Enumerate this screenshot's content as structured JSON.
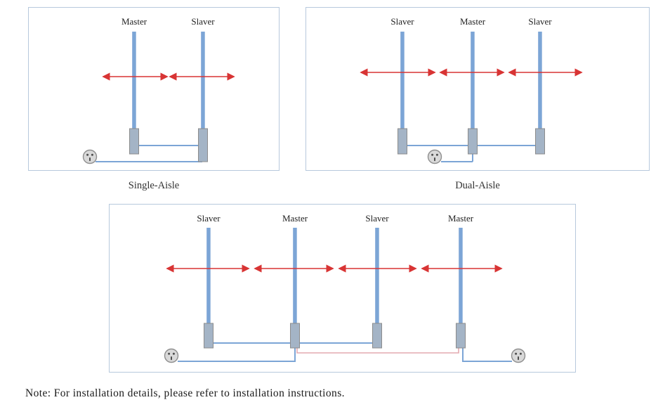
{
  "panels": [
    {
      "caption": "Single-Aisle",
      "poles": [
        {
          "label": "Master"
        },
        {
          "label": "Slaver"
        }
      ]
    },
    {
      "caption": "Dual-Aisle",
      "poles": [
        {
          "label": "Slaver"
        },
        {
          "label": "Master"
        },
        {
          "label": "Slaver"
        }
      ]
    },
    {
      "poles": [
        {
          "label": "Slaver"
        },
        {
          "label": "Master"
        },
        {
          "label": "Slaver"
        },
        {
          "label": "Master"
        }
      ]
    }
  ],
  "note": "Note: For installation details, please refer to installation instructions.",
  "colors": {
    "pole_blue": "#7CA5D6",
    "arrow_red": "#D83434",
    "device_box_gray": "#A4B4C6",
    "pink_wire": "#E4AAB0",
    "panel_border": "#B7C9DD"
  }
}
